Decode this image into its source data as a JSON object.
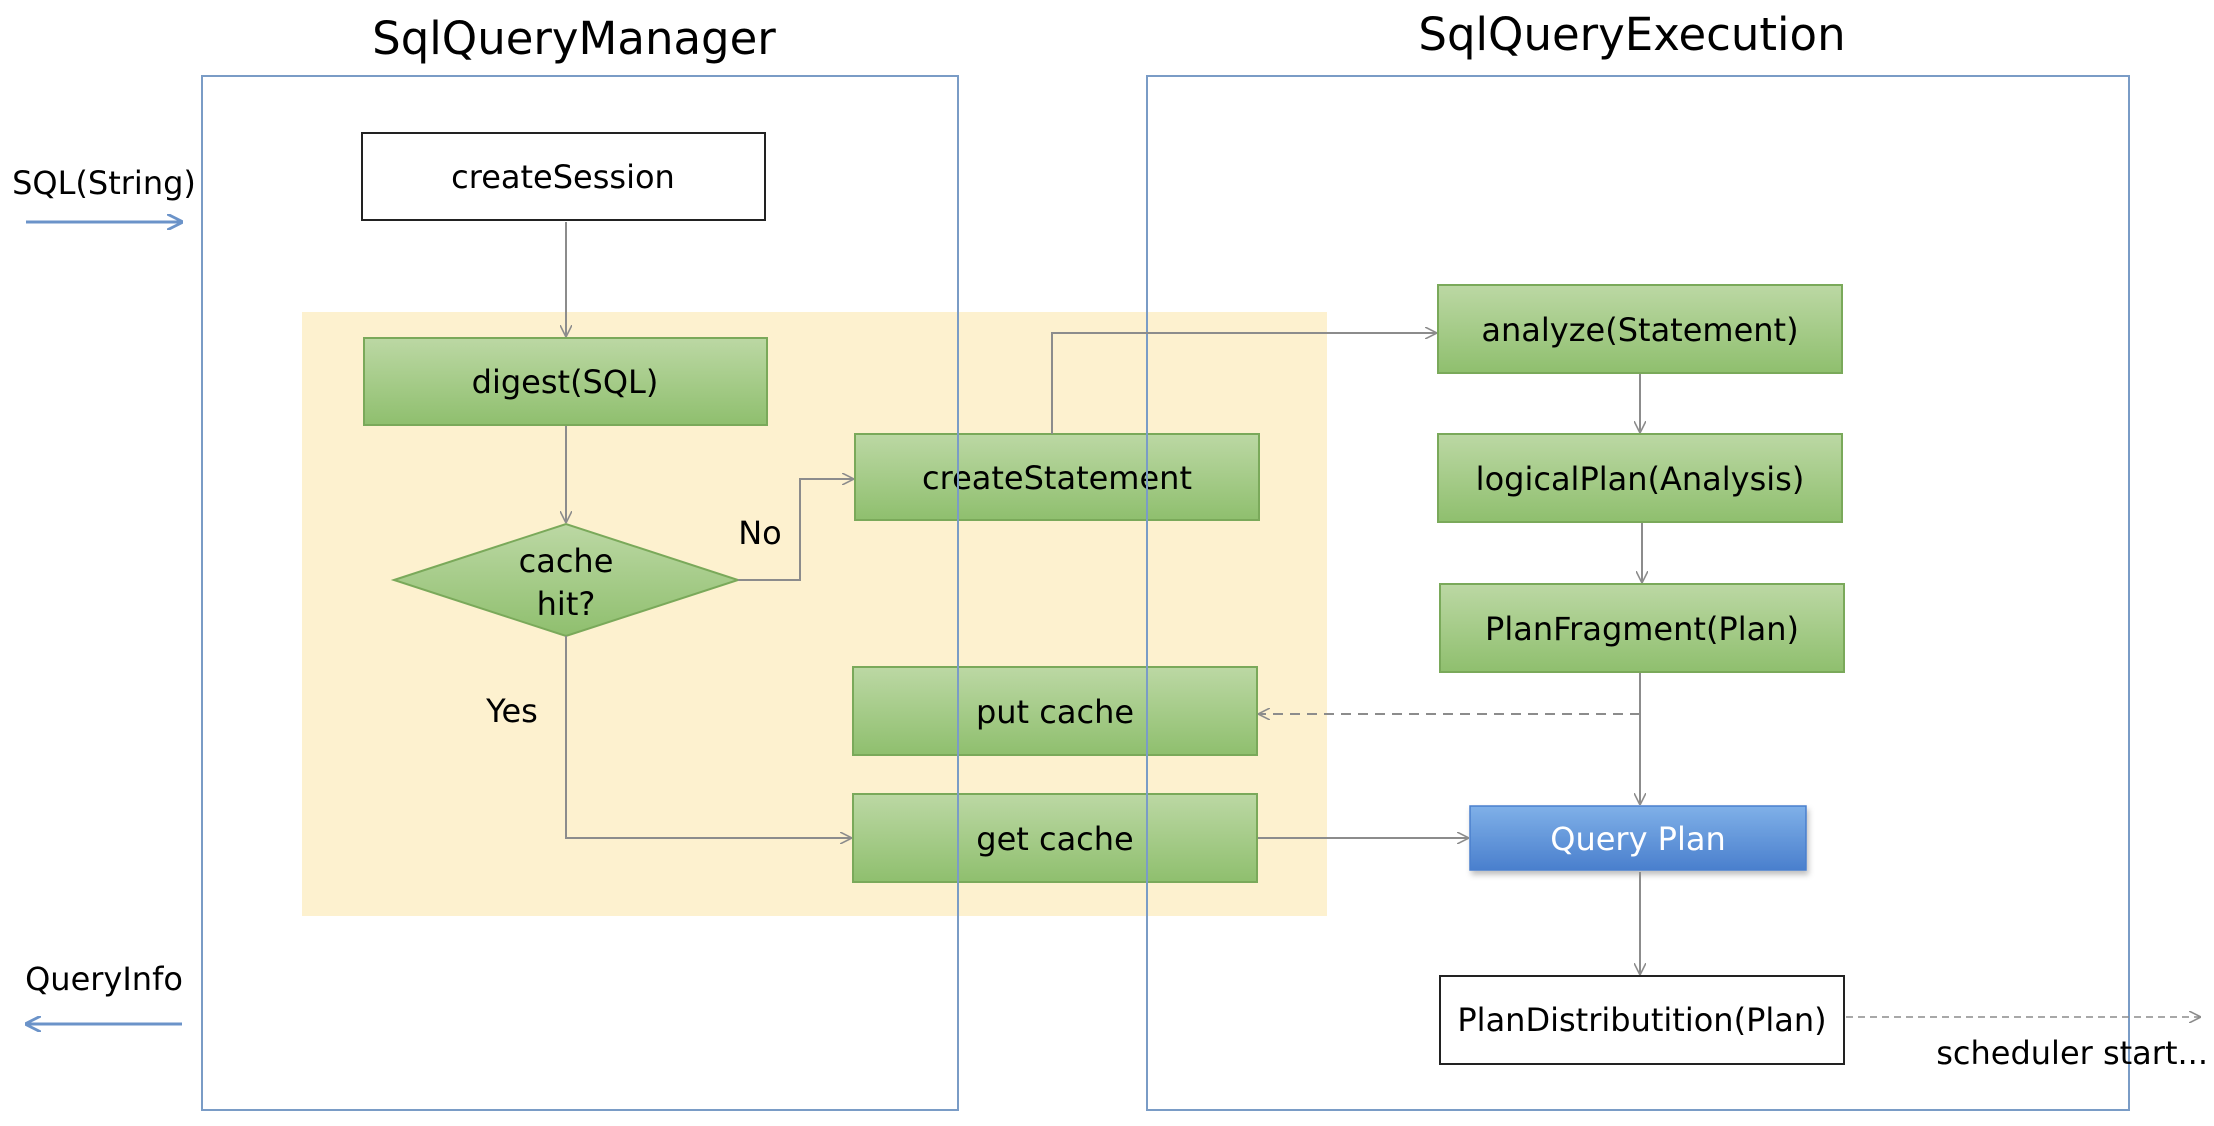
{
  "titles": {
    "left_panel": "SqlQueryManager",
    "right_panel": "SqlQueryExecution"
  },
  "io": {
    "input": "SQL(String)",
    "output": "QueryInfo",
    "scheduler": "scheduler start..."
  },
  "nodes": {
    "create_session": "createSession",
    "digest": "digest(SQL)",
    "cache_hit_line1": "cache",
    "cache_hit_line2": "hit?",
    "create_statement": "createStatement",
    "put_cache": "put cache",
    "get_cache": "get cache",
    "analyze": "analyze(Statement)",
    "logical_plan": "logicalPlan(Analysis)",
    "plan_fragment": "PlanFragment(Plan)",
    "query_plan": "Query Plan",
    "plan_distribution": "PlanDistributition(Plan)"
  },
  "edge_labels": {
    "no": "No",
    "yes": "Yes"
  },
  "colors": {
    "panel_border": "#7a9cc6",
    "cache_region": "#fdf1cf",
    "green_node_top": "#bcd8a4",
    "green_node_bottom": "#8fbf6e",
    "green_border": "#7aa95a",
    "query_plan_top": "#79a9e4",
    "query_plan_bottom": "#4a7fcd",
    "arrow_gray": "#8c8c8c",
    "io_arrow_blue": "#6b93c9"
  }
}
